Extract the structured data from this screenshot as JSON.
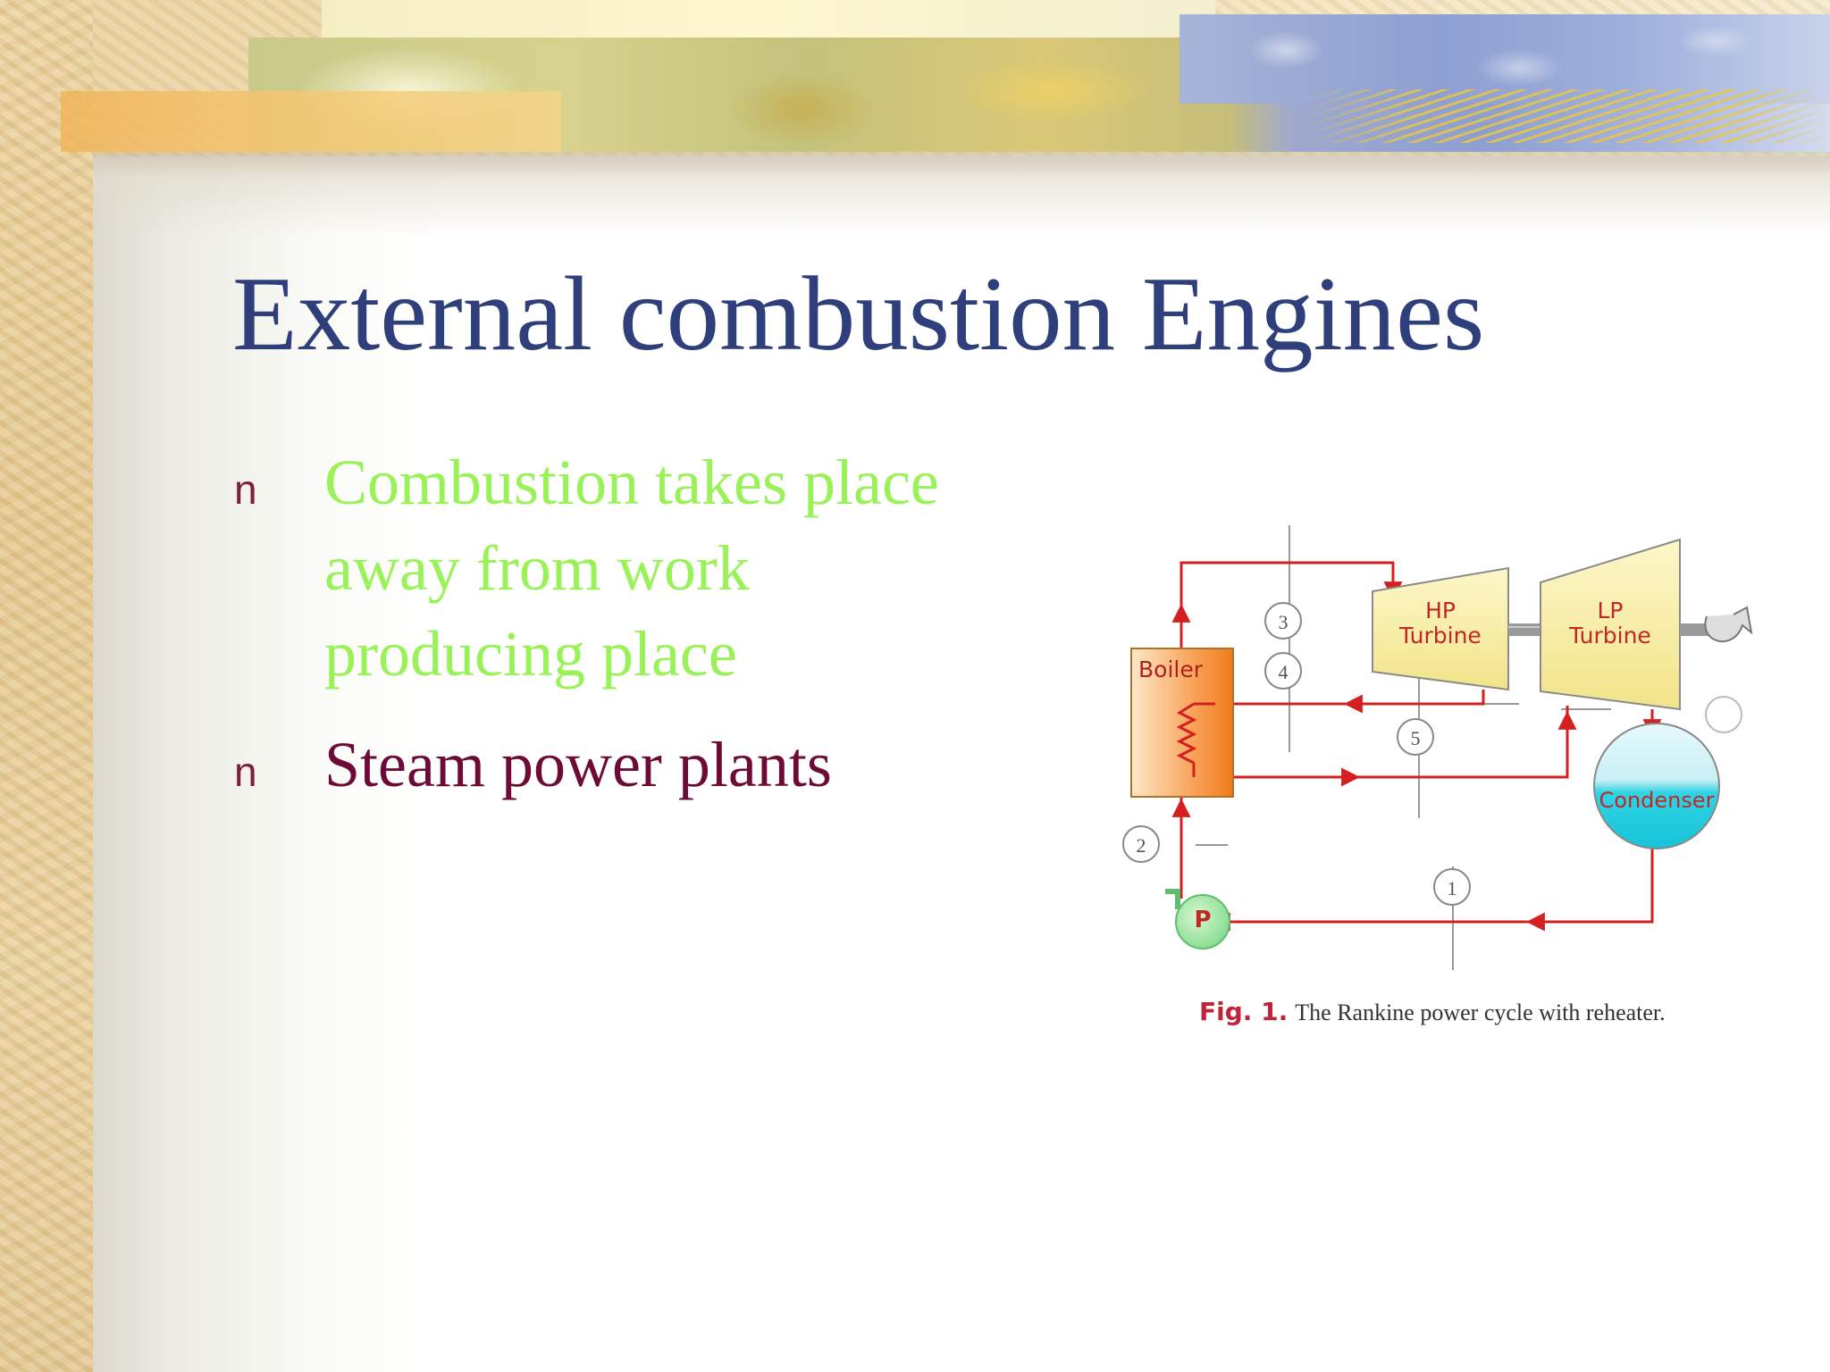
{
  "slide": {
    "title": "External combustion Engines",
    "bullet_marker": "n",
    "bullets": [
      "Combustion takes place away from work producing place",
      "Steam power plants"
    ]
  },
  "figure": {
    "labels": {
      "boiler": "Boiler",
      "hp_turbine": "HP Turbine",
      "lp_turbine": "LP Turbine",
      "condenser": "Condenser",
      "pump": "P"
    },
    "state_points": [
      "1",
      "2",
      "3",
      "4",
      "5"
    ],
    "caption_fig": "Fig. 1.",
    "caption_text": "The Rankine power cycle with reheater."
  },
  "colors": {
    "title": "#2e3f7c",
    "bullet_1": "#99f257",
    "bullet_2": "#6d0b36",
    "pipe": "#d42020",
    "caption_fig": "#c0243a"
  }
}
